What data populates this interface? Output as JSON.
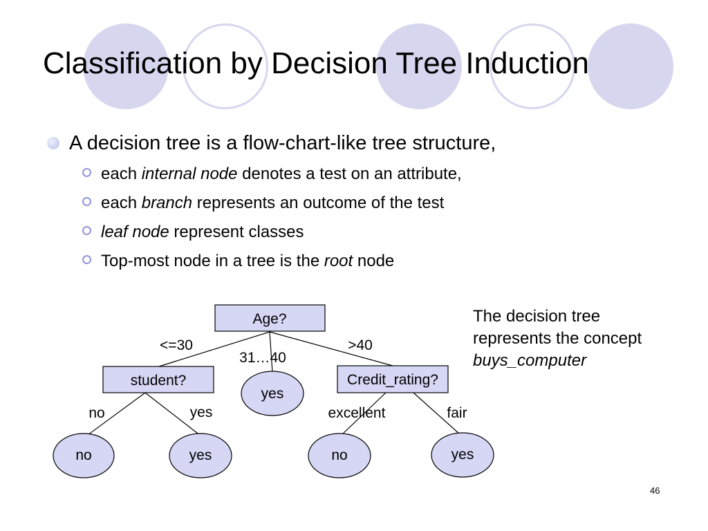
{
  "title": "Classification by Decision Tree Induction",
  "bullet_main": "A decision tree is a flow-chart-like tree structure,",
  "sub_bullets": [
    {
      "pre": "each ",
      "em": "internal node",
      "post": " denotes a test on an attribute,"
    },
    {
      "pre": "each ",
      "em": "branch",
      "post": " represents an outcome of the test"
    },
    {
      "pre": "",
      "em": "leaf node",
      "post": " represent classes"
    },
    {
      "pre": "Top-most node in a tree is the ",
      "em": "root",
      "post": " node"
    }
  ],
  "caption": {
    "line1": "The decision tree",
    "line2": "represents the concept",
    "line3": "buys_computer"
  },
  "tree": {
    "nodes": {
      "root": "Age?",
      "student": "student?",
      "credit": "Credit_rating?",
      "mid_yes": "yes",
      "leaf_no_1": "no",
      "leaf_yes_1": "yes",
      "leaf_no_2": "no",
      "leaf_yes_2": "yes"
    },
    "edges": {
      "age_le30": "<=30",
      "age_31_40": "31…40",
      "age_gt40": ">40",
      "student_no": "no",
      "student_yes": "yes",
      "credit_excellent": "excellent",
      "credit_fair": "fair"
    }
  },
  "colors": {
    "node_fill": "#d6d6f5",
    "decoration": "#d6d6ef",
    "bullet": "#9ba2dc"
  },
  "page_number": "46"
}
